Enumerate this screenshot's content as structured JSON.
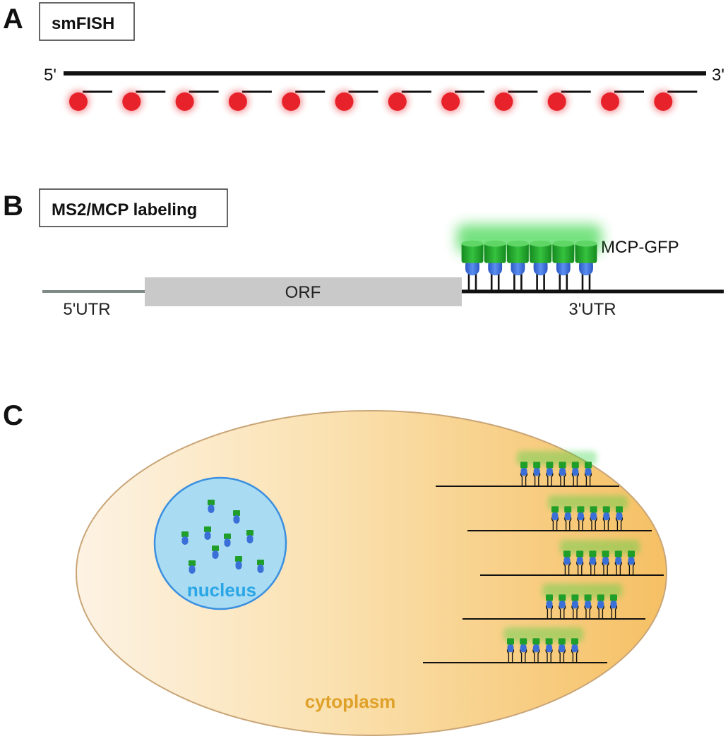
{
  "colors": {
    "probe_dot": "#e8222a",
    "gfp": "#22a82b",
    "mcp": "#3a6fd8",
    "nucleus_fill": "#a9dcf2",
    "nucleus_stroke": "#3b8fe0",
    "nucleus_text": "#2aa6e6",
    "cytoplasm_text": "#e0a12a",
    "orf_fill": "#c9c9c9",
    "utr5_line": "#7d8a86"
  },
  "panel_a": {
    "letter": "A",
    "title": "smFISH",
    "five_prime": "5'",
    "three_prime": "3'",
    "probe_count": 12
  },
  "panel_b": {
    "letter": "B",
    "title": "MS2/MCP labeling",
    "orf_label": "ORF",
    "utr5_label": "5'UTR",
    "utr3_label": "3'UTR",
    "mcp_gfp_label": "MCP-GFP",
    "stem_loop_count": 6
  },
  "panel_c": {
    "letter": "C",
    "nucleus_label": "nucleus",
    "cytoplasm_label": "cytoplasm",
    "free_mcp_count": 10,
    "mrna_count": 5
  }
}
